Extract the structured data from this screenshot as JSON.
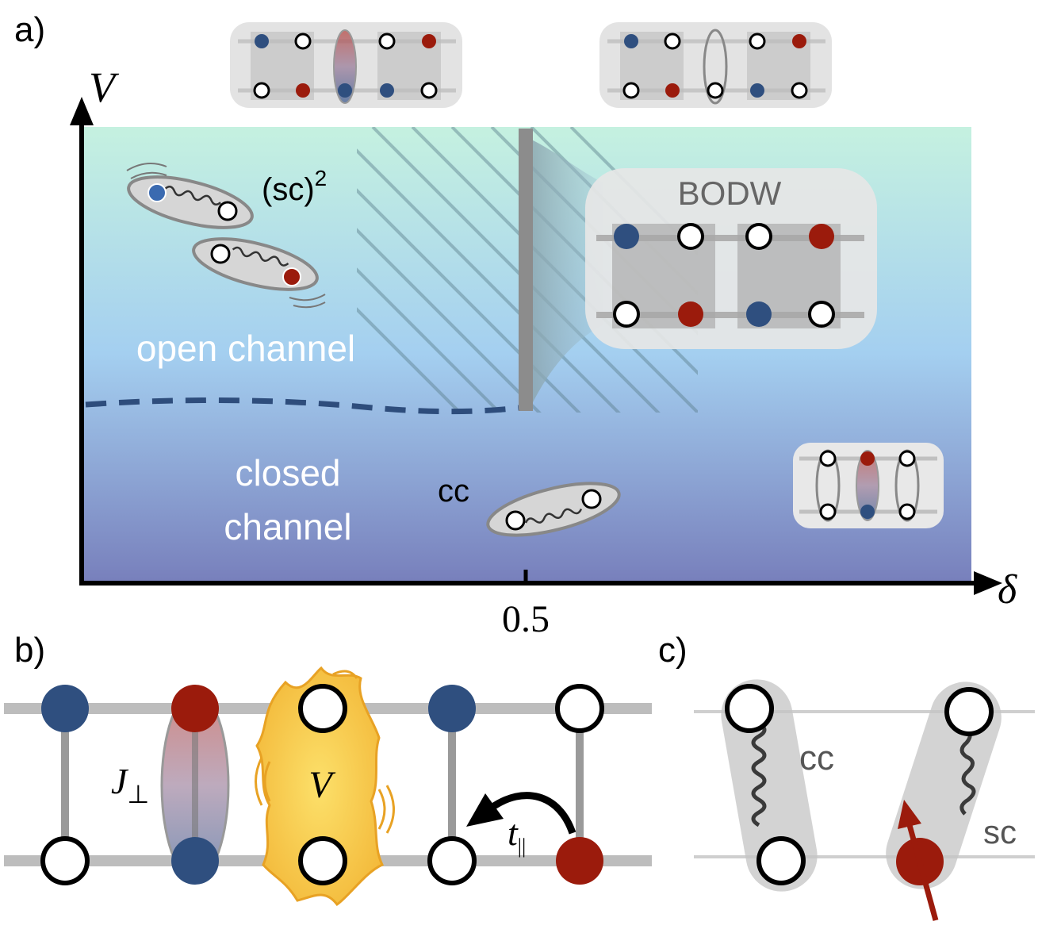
{
  "panels": {
    "a": "a)",
    "b": "b)",
    "c": "c)"
  },
  "phase_diagram": {
    "y_axis_label": "V",
    "x_axis_label": "δ",
    "x_tick_label": "0.5",
    "x_tick_value": 0.5,
    "regions": {
      "open_channel": "open channel",
      "closed_channel_line1": "closed",
      "closed_channel_line2": "channel",
      "bodw": "BODW"
    },
    "pair_labels": {
      "sc_squared": "(sc)",
      "sc_squared_exponent": "2",
      "cc": "cc"
    }
  },
  "ladder": {
    "j_perp": "J",
    "j_perp_sub": "⊥",
    "v": "V",
    "t_par": "t",
    "t_par_sub": "||"
  },
  "pairs": {
    "cc": "cc",
    "sc": "sc"
  },
  "colors": {
    "blue": "#2f4f7f",
    "red": "#9b1b0c",
    "gradient_top": "#c5f1e0",
    "gradient_mid": "#a4cff0",
    "gradient_bottom": "#7880bc",
    "yellow": "#f7c94a",
    "dashed_line": "#2e4d7c"
  }
}
